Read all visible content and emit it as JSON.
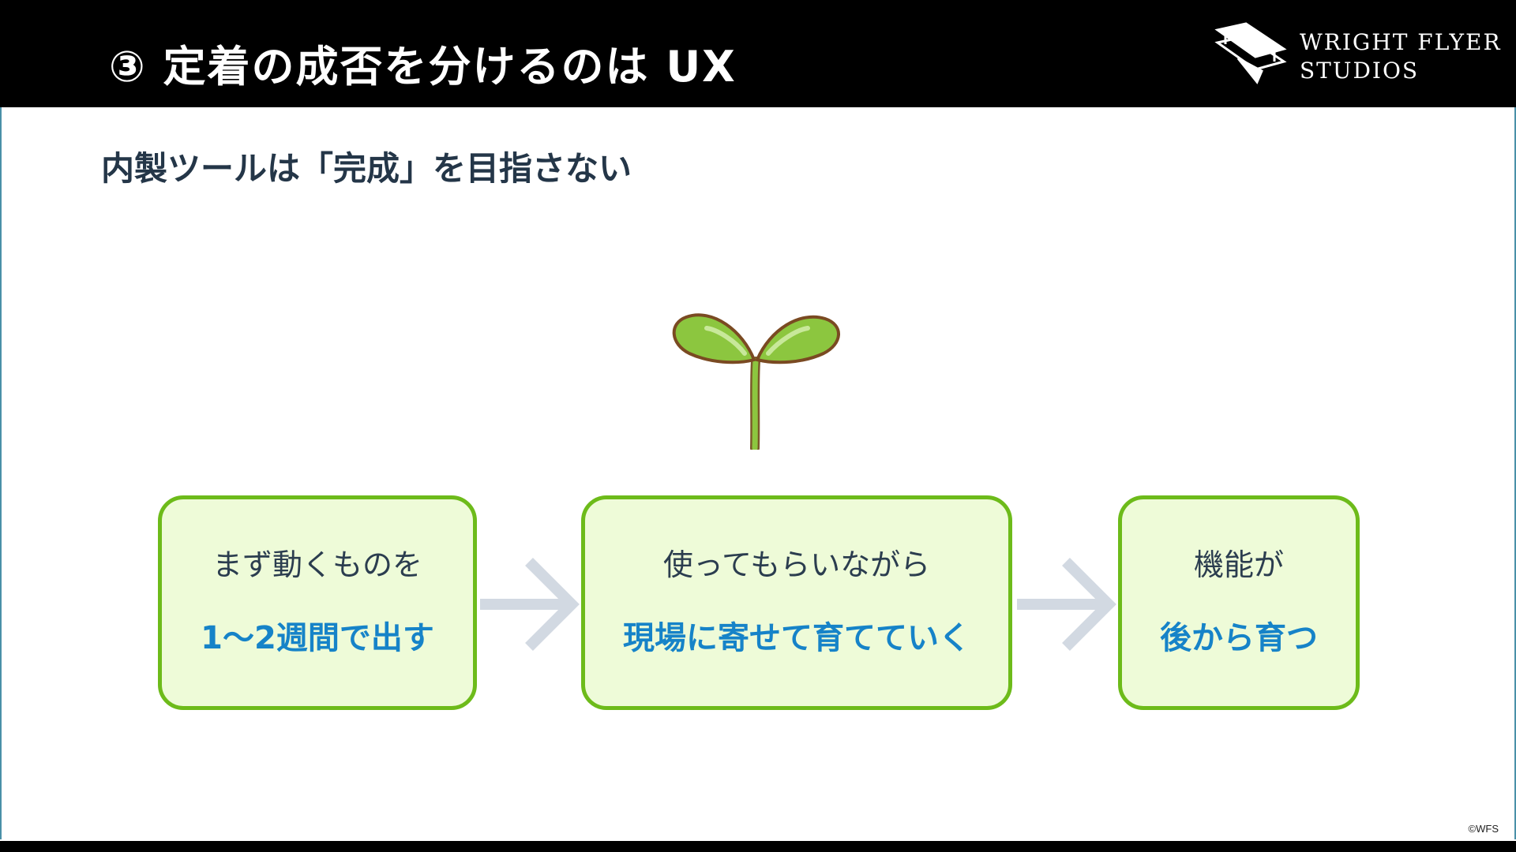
{
  "header": {
    "title": "③ 定着の成否を分けるのは UX",
    "logo": {
      "line1": "WRIGHT FLYER",
      "line2": "STUDIOS",
      "icon": "biplane-logo-icon"
    }
  },
  "subtitle": "内製ツールは「完成」を目指さない",
  "illustration": {
    "icon": "sprout-icon"
  },
  "steps": [
    {
      "top": "まず動くものを",
      "bottom": "1～2週間で出す"
    },
    {
      "top": "使ってもらいながら",
      "bottom": "現場に寄せて育てていく"
    },
    {
      "top": "機能が",
      "bottom": "後から育つ"
    }
  ],
  "arrows": [
    {
      "icon": "chevron-arrow-right-icon"
    },
    {
      "icon": "chevron-arrow-right-icon"
    }
  ],
  "footer": {
    "copyright": "©WFS"
  },
  "colors": {
    "header_bg": "#000000",
    "subtitle_text": "#243648",
    "box_border": "#6dbb1a",
    "box_fill": "#eefbd8",
    "emphasis_text": "#1683c8",
    "arrow": "#d2d9e2"
  }
}
